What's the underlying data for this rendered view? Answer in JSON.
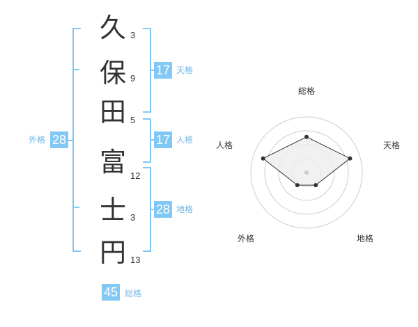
{
  "name": {
    "characters": [
      "久",
      "保",
      "田",
      "富",
      "士",
      "円"
    ],
    "strokes": [
      "3",
      "9",
      "5",
      "12",
      "3",
      "13"
    ]
  },
  "kakusu": {
    "tenkaku": {
      "value": "17",
      "label": "天格"
    },
    "jinkaku": {
      "value": "17",
      "label": "人格"
    },
    "chikaku": {
      "value": "28",
      "label": "地格"
    },
    "gaikaku": {
      "value": "28",
      "label": "外格"
    },
    "soukaku": {
      "value": "45",
      "label": "総格"
    }
  },
  "chart_data": {
    "type": "radar",
    "axes": [
      "総格",
      "天格",
      "地格",
      "外格",
      "人格"
    ],
    "values": [
      0.64,
      0.82,
      0.28,
      0.28,
      0.82
    ],
    "rings": 4,
    "colors": {
      "fill": "#eeeeee",
      "line": "#333333",
      "ring": "#cccccc"
    }
  },
  "colors": {
    "accent": "#82c8f5",
    "label": "#6fb8e8"
  }
}
